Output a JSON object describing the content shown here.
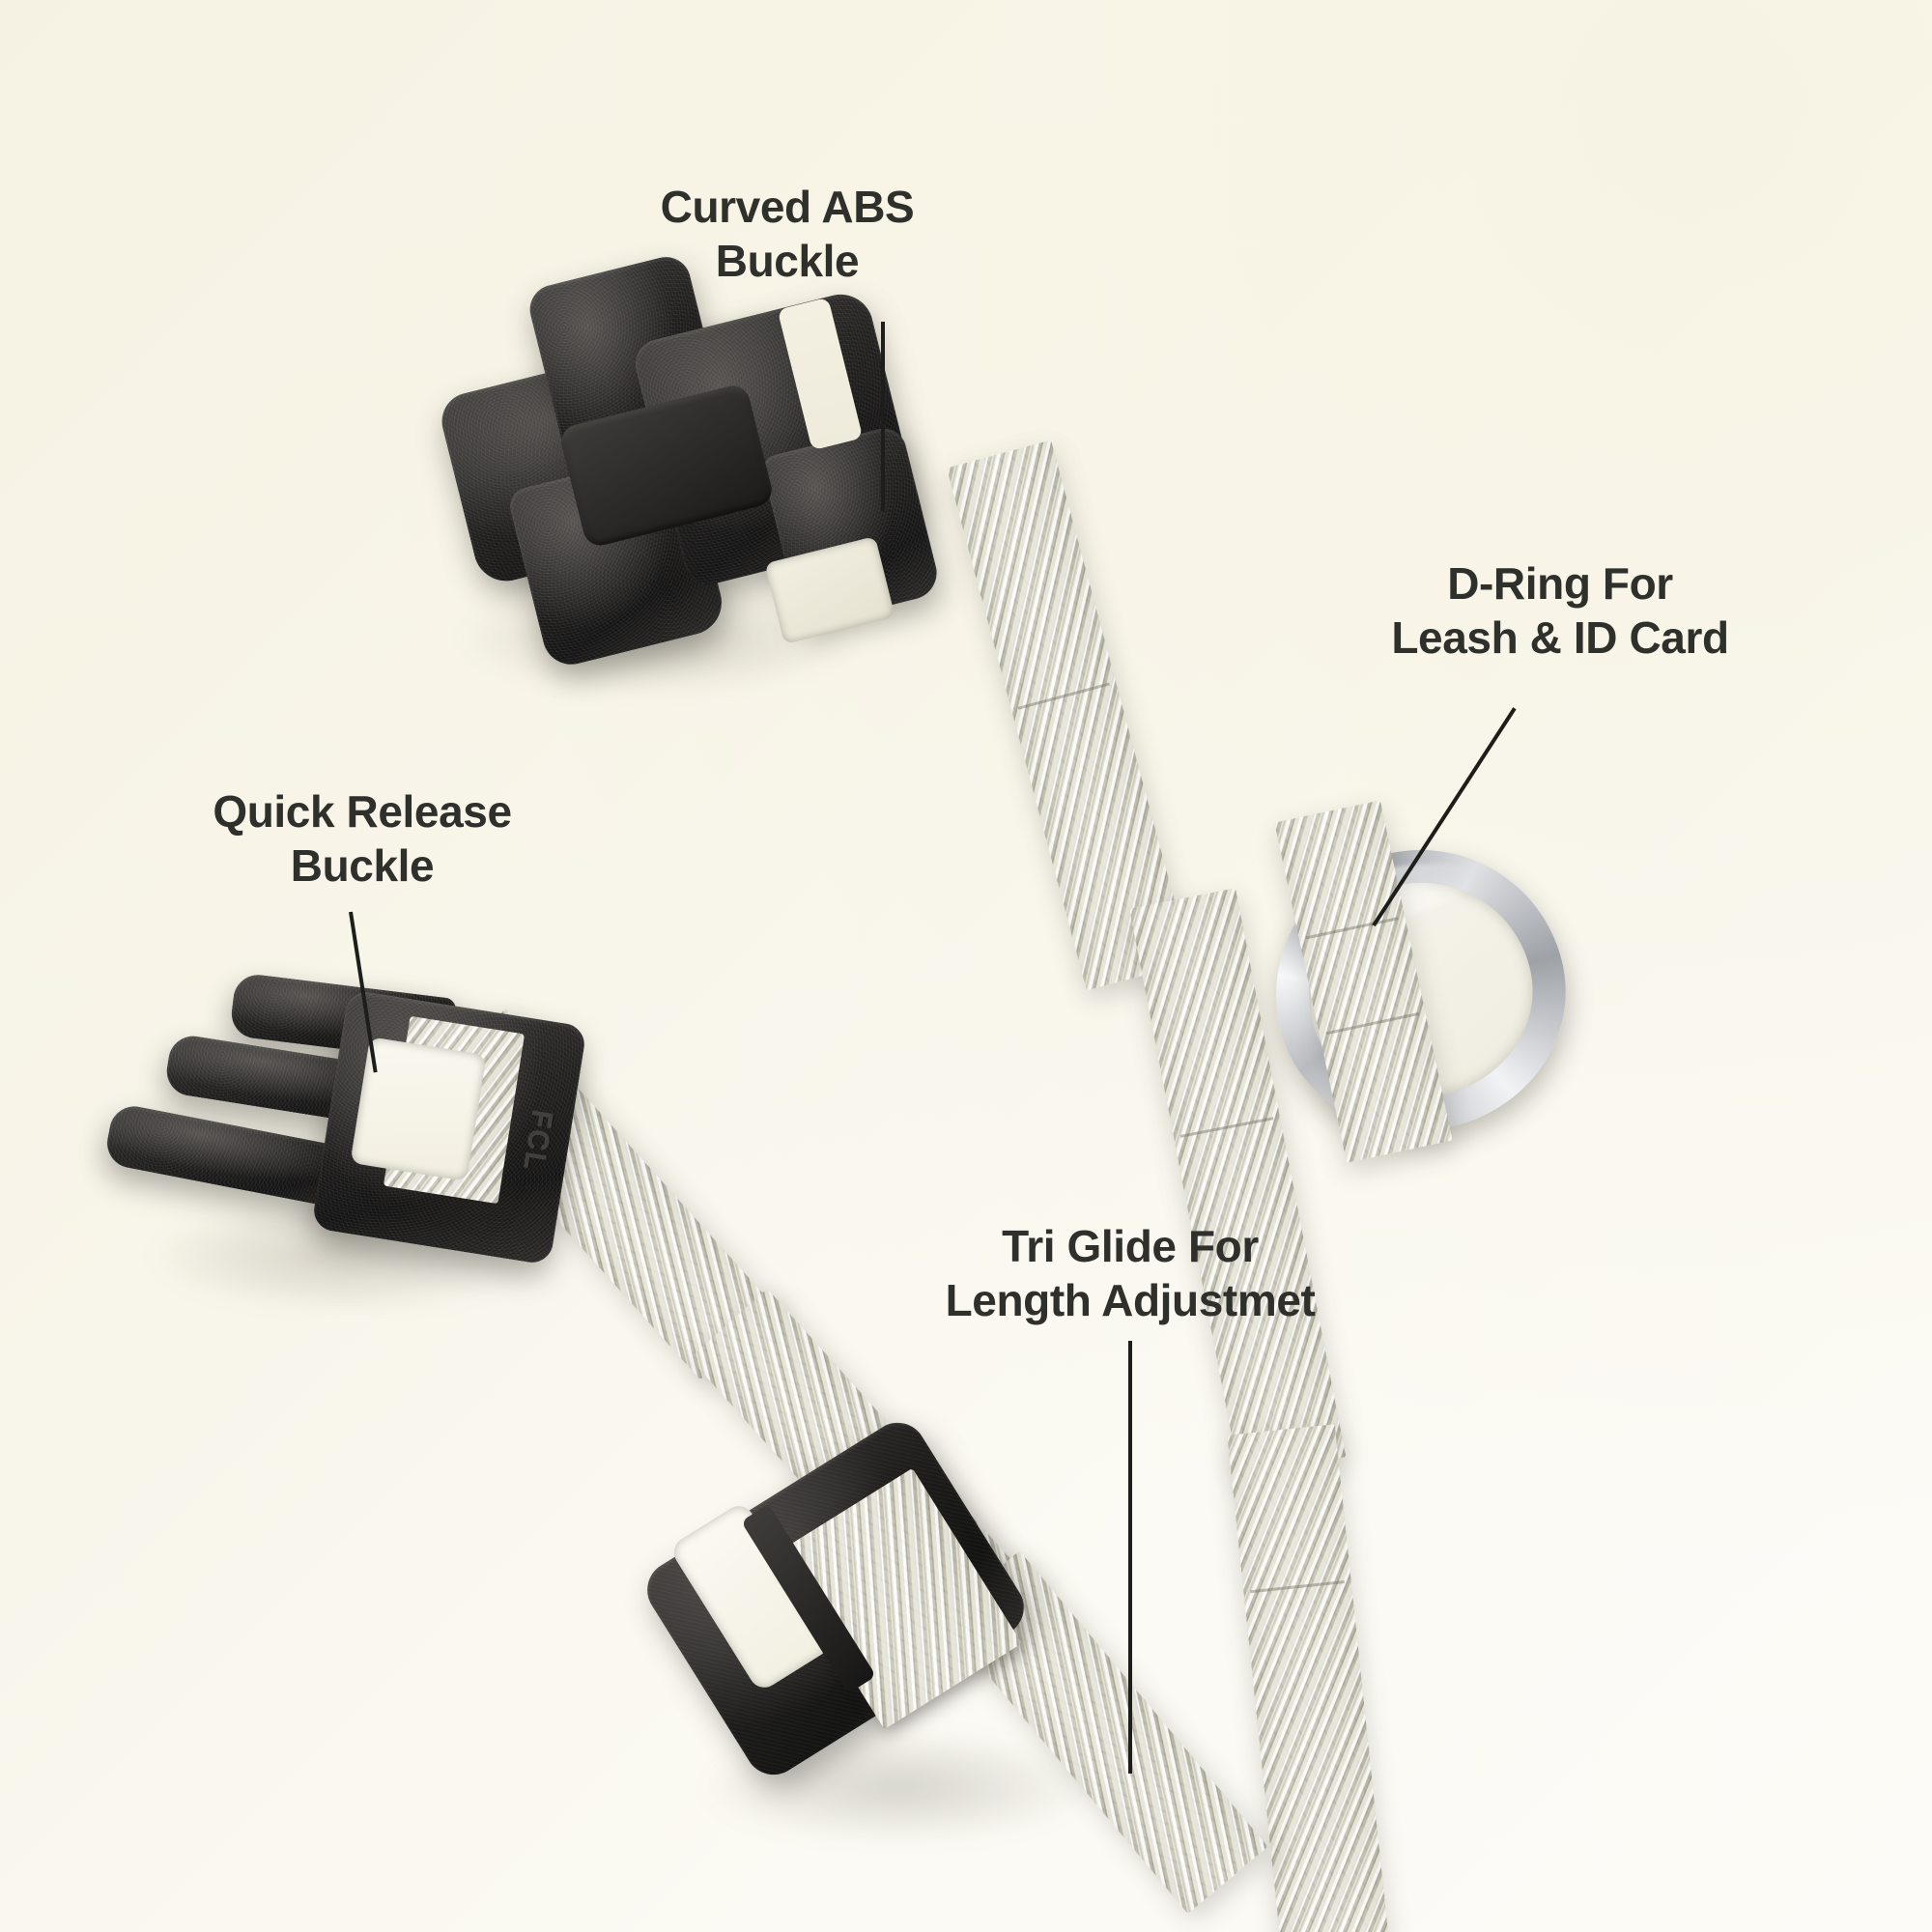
{
  "meta": {
    "subject": "dog collar feature callout infographic",
    "background_top_right": "#f6f2e3",
    "background_bottom_left": "#fbfaf4",
    "label_color": "#2f2f2c",
    "leader_line_color": "#1d1d1b",
    "webbing_color": "#ddd9cb",
    "hardware_black": "#1f1e1d",
    "d_ring_metal": "#c6c9cd"
  },
  "callouts": [
    {
      "id": "curved-abs-buckle",
      "label": "Curved ABS\nBuckle",
      "line1": "Curved ABS",
      "line2": "Buckle"
    },
    {
      "id": "d-ring",
      "label": "D-Ring For\nLeash & ID Card",
      "line1": "D-Ring For",
      "line2": "Leash & ID Card"
    },
    {
      "id": "quick-release-buckle",
      "label": "Quick Release\nBuckle",
      "line1": "Quick Release",
      "line2": "Buckle"
    },
    {
      "id": "tri-glide",
      "label": "Tri Glide For\nLength Adjustmet",
      "line1": "Tri Glide For",
      "line2": "Length Adjustmet"
    }
  ],
  "hardware_marking": {
    "quick_release_embossed_text": "FCL"
  }
}
